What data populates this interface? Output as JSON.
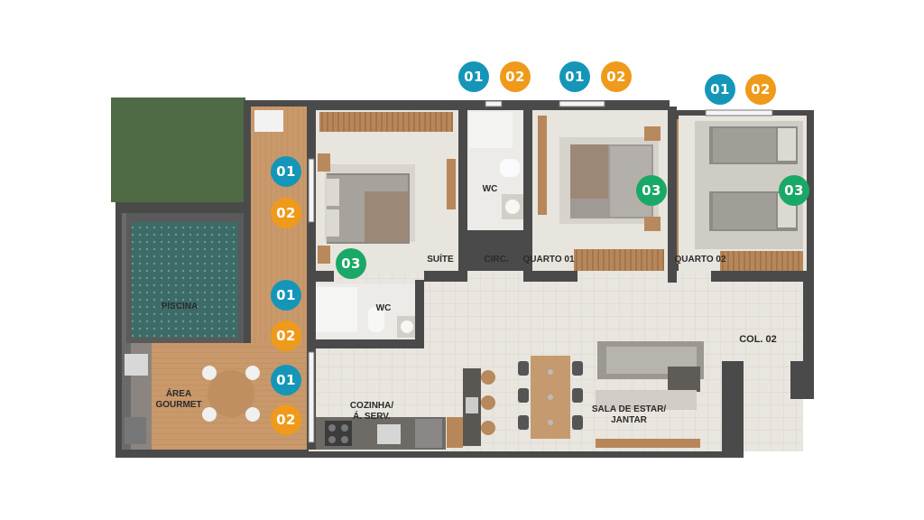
{
  "colors": {
    "marker_01": "#1596b8",
    "marker_02": "#ef9a1a",
    "marker_03": "#1aa866",
    "wall": "#4a4a4a",
    "floor_light": "#e6e1da",
    "deck": "#c89a6c",
    "pool": "#3f6e6a",
    "garden": "#4f6b45"
  },
  "rooms": {
    "piscina": "PÍSCINA",
    "area_gourmet": "ÁREA\nGOURMET",
    "suite": "SUÍTE",
    "circ": "CIRC.",
    "wc_suite": "WC",
    "wc_social": "WC",
    "quarto01": "QUARTO 01",
    "quarto02": "QUARTO 02",
    "cozinha": "COZINHA/\nÁ. SERV.",
    "sala": "SALA DE ESTAR/\nJANTAR",
    "col02": "COL. 02"
  },
  "markers": {
    "m01": "01",
    "m02": "02",
    "m03": "03"
  }
}
